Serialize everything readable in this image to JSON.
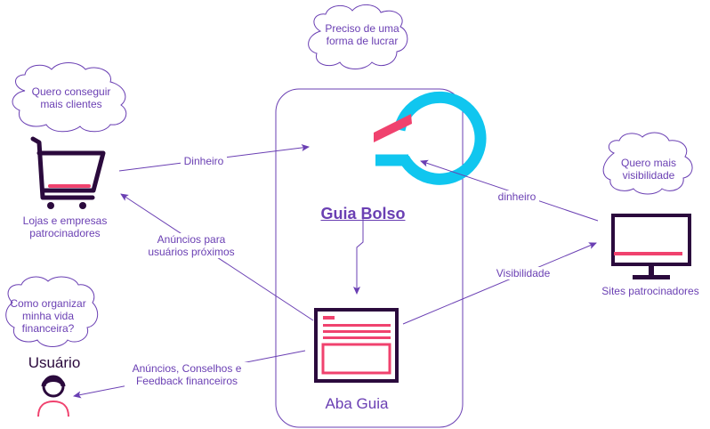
{
  "clouds": {
    "lucrar": "Preciso de uma forma de lucrar",
    "clientes": "Quero conseguir mais clientes",
    "visibilidade": "Quero mais visibilidade",
    "organizar": "Como organizar minha vida financeira?"
  },
  "nodes": {
    "guia_bolso": "Guia Bolso",
    "aba_guia": "Aba Guia",
    "lojas": "Lojas e empresas patrocinadores",
    "sites": "Sites patrocinadores",
    "usuario": "Usuário"
  },
  "edges": {
    "dinheiro_lojas": "Dinheiro",
    "dinheiro_sites": "dinheiro",
    "anuncios_usuarios": "Anúncios para usuários próximos",
    "visibilidade": "Visibilidade",
    "anuncios_conselhos": "Anúncios, Conselhos e Feedback financeiros"
  },
  "colors": {
    "stroke": "#6a3fb3",
    "dark": "#2b0a3d",
    "pink": "#f0426e",
    "cyan": "#10c6ef"
  }
}
